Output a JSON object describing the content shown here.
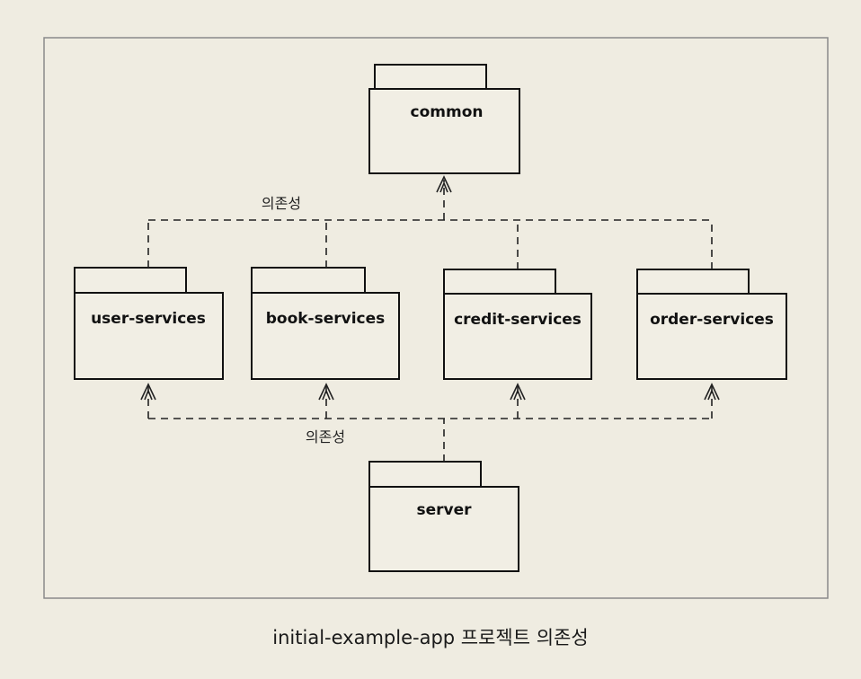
{
  "packages": {
    "common": "common",
    "user_services": "user-services",
    "book_services": "book-services",
    "credit_services": "credit-services",
    "order_services": "order-services",
    "server": "server"
  },
  "dependency_labels": {
    "top": "의존성",
    "bottom": "의존성"
  },
  "caption": "initial-example-app 프로젝트 의존성"
}
